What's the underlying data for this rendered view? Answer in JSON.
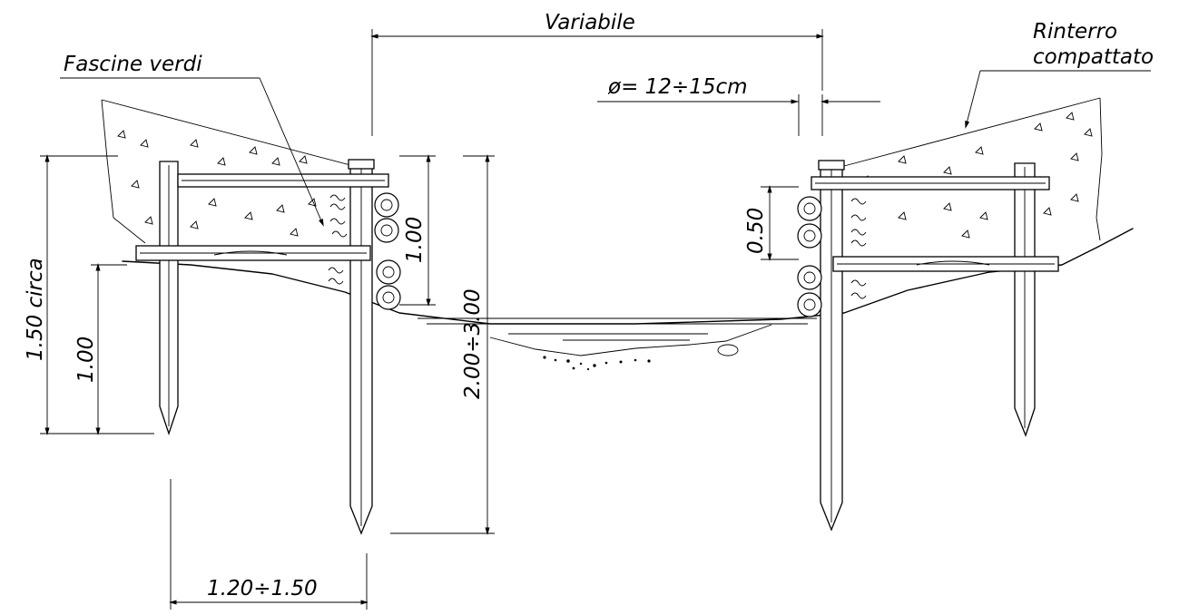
{
  "labels": {
    "fascine": "Fascine verdi",
    "rinterro_1": "Rinterro",
    "rinterro_2": "compattato",
    "diameter": "ø= 12÷15cm"
  },
  "dimensions": {
    "width_top": "Variabile",
    "left_height": "1.50 circa",
    "left_post_embed": "1.00",
    "wall_height": "1.00",
    "post_length": "2.00÷3.00",
    "right_spacing": "0.50",
    "post_spacing": "1.20÷1.50"
  }
}
